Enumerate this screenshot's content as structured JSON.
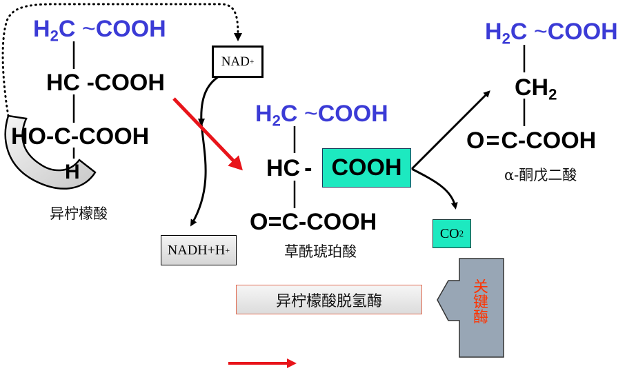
{
  "isocitrate": {
    "row1": {
      "left": "H",
      "sub": "2",
      "mid": "C",
      "bond": "~",
      "right": "COOH"
    },
    "row2": {
      "left": "HC",
      "bond": "-",
      "right": "COOH"
    },
    "row3": {
      "left": "HO",
      "bond1": "-",
      "mid": "C",
      "bond2": "-",
      "right": "COOH"
    },
    "row4": "H",
    "name": "异柠檬酸"
  },
  "oxalosuccinate": {
    "row1": {
      "left": "H",
      "sub": "2",
      "mid": "C",
      "bond": "~",
      "right": "COOH"
    },
    "row2": {
      "left": "HC",
      "bond": "-",
      "right": "COOH"
    },
    "row3": {
      "left": "O",
      "bond1": "=",
      "mid": "C",
      "bond2": "-",
      "right": "COOH"
    },
    "name": "草酰琥珀酸"
  },
  "alpha_ketoglutarate": {
    "row1": {
      "left": "H",
      "sub": "2",
      "mid": "C",
      "bond": "~",
      "right": "COOH"
    },
    "row2": {
      "left": "CH",
      "sub": "2"
    },
    "row3": {
      "left": "O",
      "bond1": "=",
      "mid": "C",
      "bond2": "-",
      "right": "COOH"
    },
    "name": "α-酮戊二酸"
  },
  "cofactors": {
    "nad": {
      "base": "NAD",
      "sup": "+"
    },
    "nadh": {
      "base": "NADH+H",
      "sup": "+"
    },
    "co2": {
      "base": "CO",
      "sub": "2"
    }
  },
  "enzyme": {
    "label": "异柠檬酸脱氢酶"
  },
  "key_enzyme": {
    "label": "关键酶"
  },
  "colors": {
    "blue_text": "#3b3bd6",
    "teal_highlight": "#1de9c0",
    "red_arrow": "#e8141a",
    "grey_arrow": "#98a6b5",
    "key_enzyme_text": "#ff3300"
  }
}
